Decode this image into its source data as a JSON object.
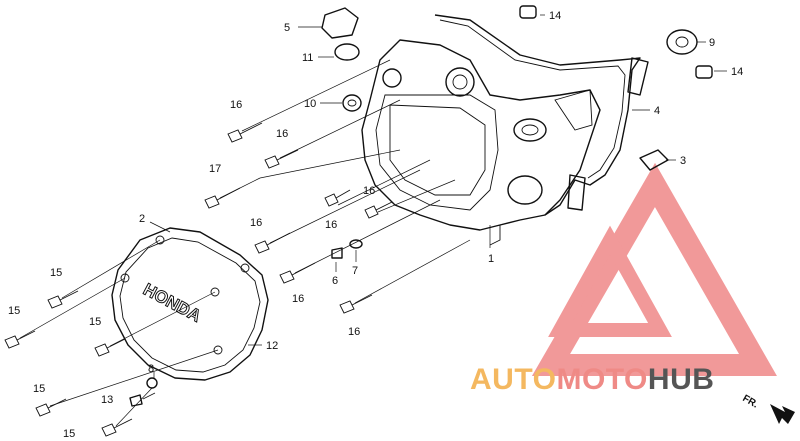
{
  "diagram": {
    "cover_emboss": "HONDA",
    "direction_label": "FR.",
    "brand": {
      "part1": "AUTO",
      "part2": "MOTO",
      "part3": "HUB",
      "color1": "#f4b860",
      "color2": "#ef8a86",
      "color3": "#555555"
    },
    "callouts": [
      {
        "id": "c5",
        "text": "5"
      },
      {
        "id": "c11",
        "text": "11"
      },
      {
        "id": "c14a",
        "text": "14"
      },
      {
        "id": "c9",
        "text": "9"
      },
      {
        "id": "c14b",
        "text": "14"
      },
      {
        "id": "c4",
        "text": "4"
      },
      {
        "id": "c16a",
        "text": "16"
      },
      {
        "id": "c10",
        "text": "10"
      },
      {
        "id": "c16b",
        "text": "16"
      },
      {
        "id": "c3",
        "text": "3"
      },
      {
        "id": "c17",
        "text": "17"
      },
      {
        "id": "c16c",
        "text": "16"
      },
      {
        "id": "c16d",
        "text": "16"
      },
      {
        "id": "c2",
        "text": "2"
      },
      {
        "id": "c16e",
        "text": "16"
      },
      {
        "id": "c1",
        "text": "1"
      },
      {
        "id": "c15a",
        "text": "15"
      },
      {
        "id": "c6",
        "text": "6"
      },
      {
        "id": "c7",
        "text": "7"
      },
      {
        "id": "c16f",
        "text": "16"
      },
      {
        "id": "c15b",
        "text": "15"
      },
      {
        "id": "c15c",
        "text": "15"
      },
      {
        "id": "c16g",
        "text": "16"
      },
      {
        "id": "c12",
        "text": "12"
      },
      {
        "id": "c8",
        "text": "8"
      },
      {
        "id": "c15d",
        "text": "15"
      },
      {
        "id": "c13",
        "text": "13"
      },
      {
        "id": "c15e",
        "text": "15"
      }
    ]
  }
}
